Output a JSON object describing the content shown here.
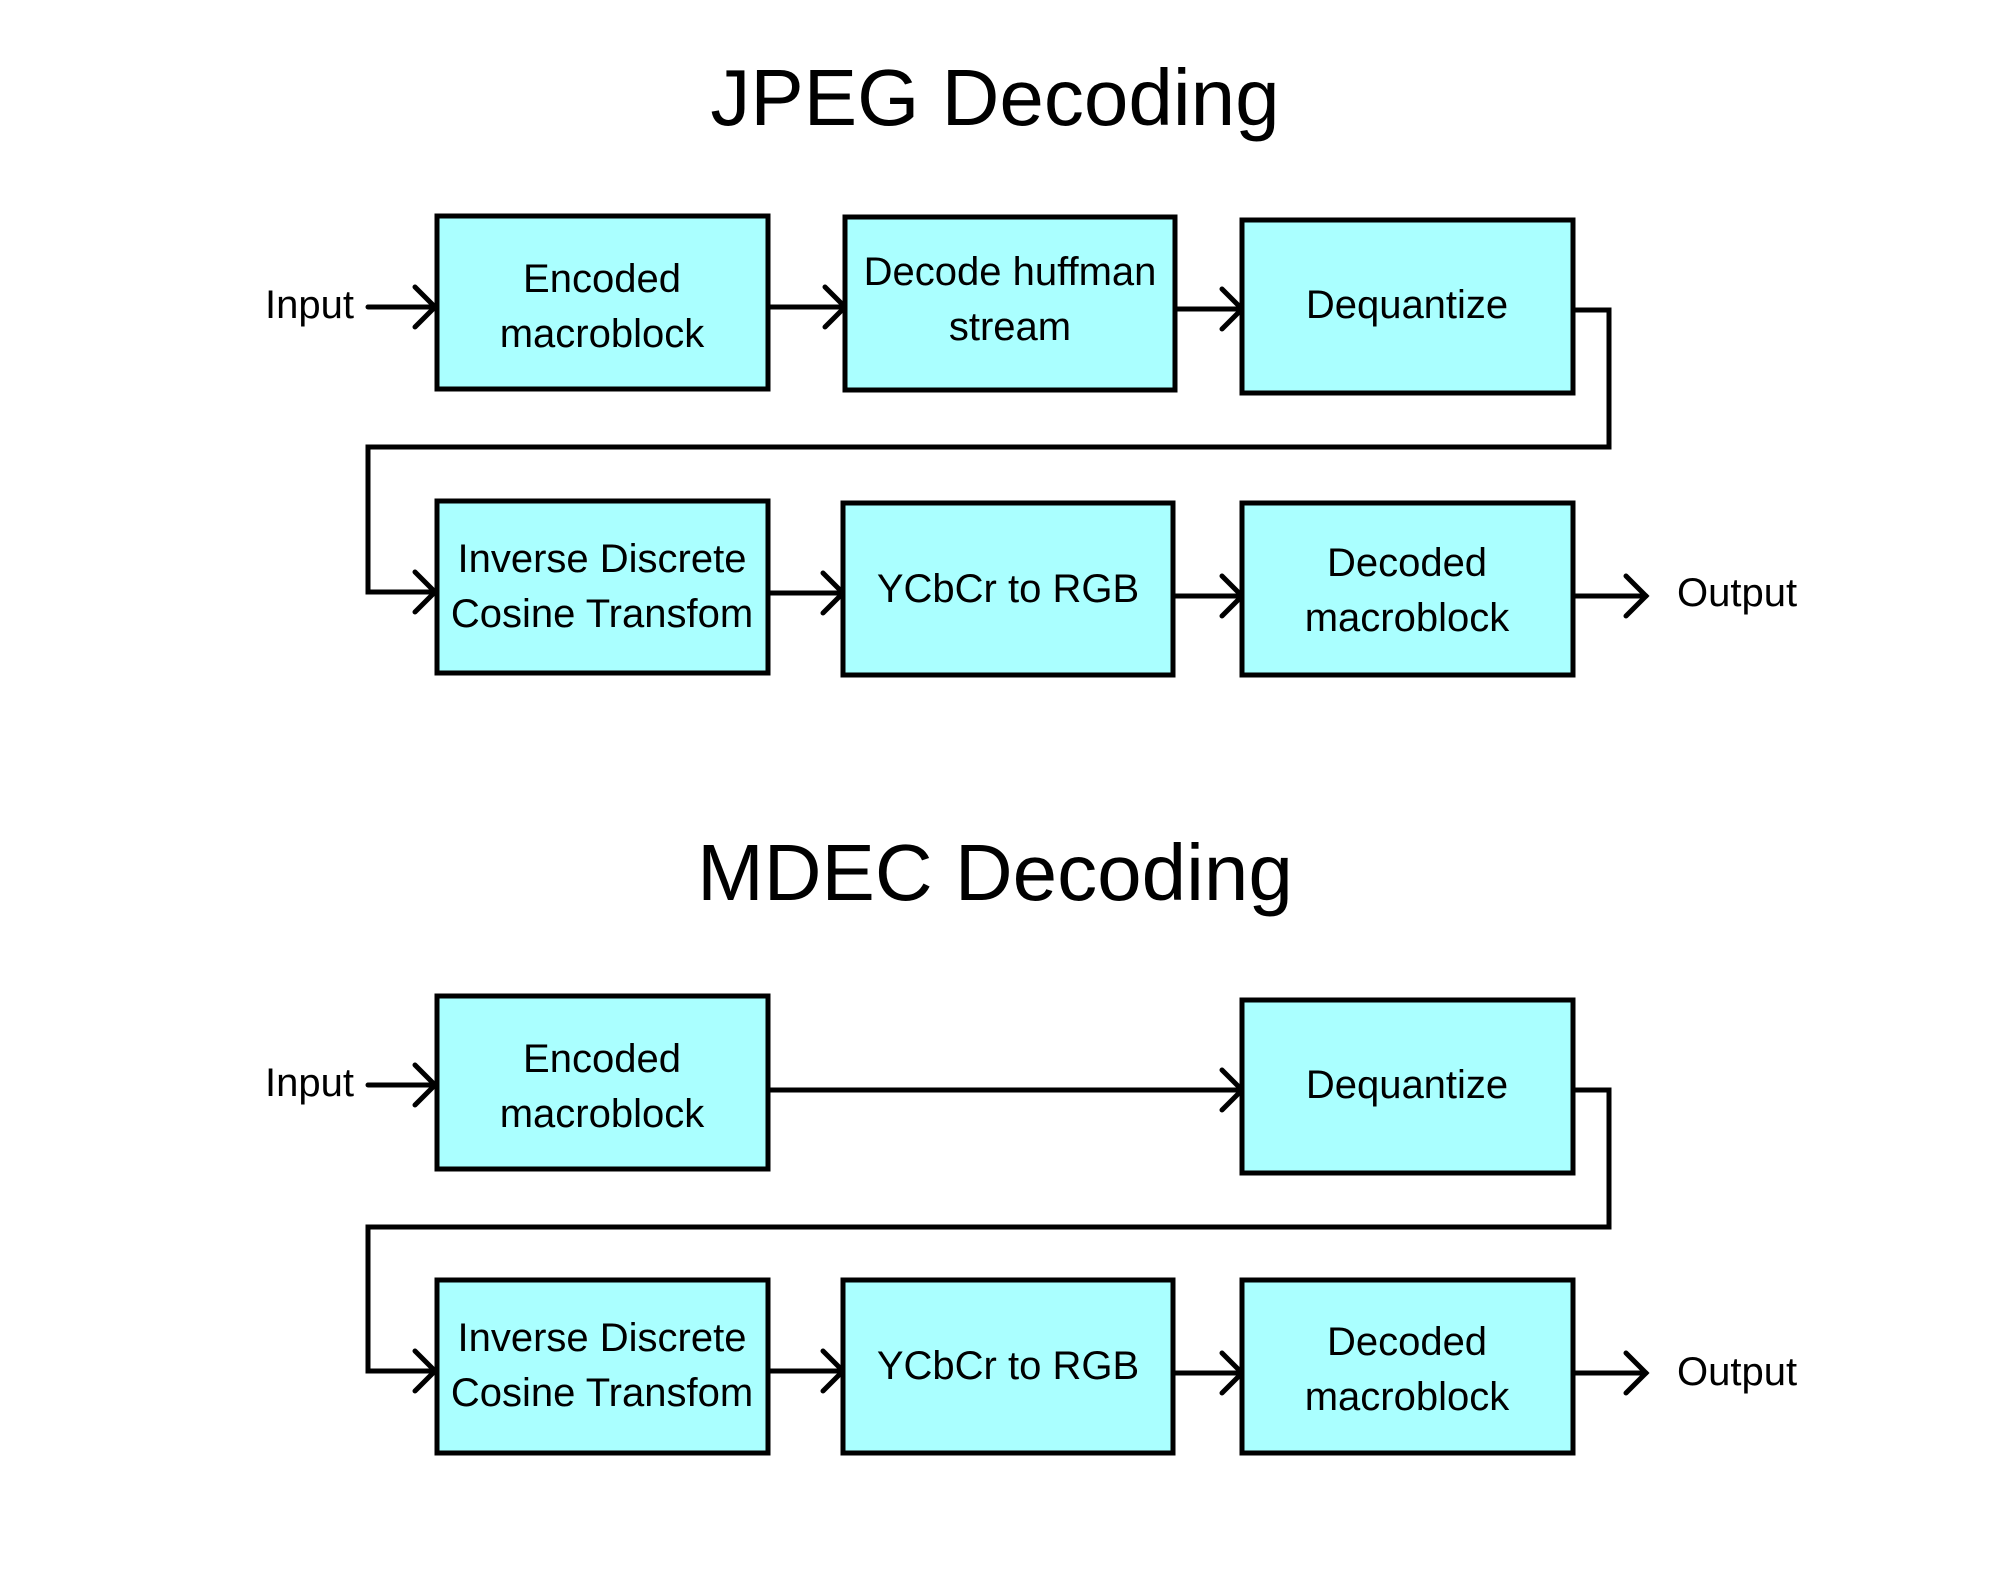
{
  "colors": {
    "box_fill": "#aaffff",
    "stroke": "#000000"
  },
  "jpeg": {
    "title": "JPEG Decoding",
    "input_label": "Input",
    "output_label": "Output",
    "boxes": [
      {
        "line1": "Encoded",
        "line2": "macroblock"
      },
      {
        "line1": "Decode huffman",
        "line2": "stream"
      },
      {
        "line1": "Dequantize",
        "line2": ""
      },
      {
        "line1": "Inverse Discrete",
        "line2": "Cosine Transfom"
      },
      {
        "line1": "YCbCr to RGB",
        "line2": ""
      },
      {
        "line1": "Decoded",
        "line2": "macroblock"
      }
    ]
  },
  "mdec": {
    "title": "MDEC Decoding",
    "input_label": "Input",
    "output_label": "Output",
    "boxes": [
      {
        "line1": "Encoded",
        "line2": "macroblock"
      },
      {
        "line1": "Dequantize",
        "line2": ""
      },
      {
        "line1": "Inverse Discrete",
        "line2": "Cosine Transfom"
      },
      {
        "line1": "YCbCr to RGB",
        "line2": ""
      },
      {
        "line1": "Decoded",
        "line2": "macroblock"
      }
    ]
  }
}
